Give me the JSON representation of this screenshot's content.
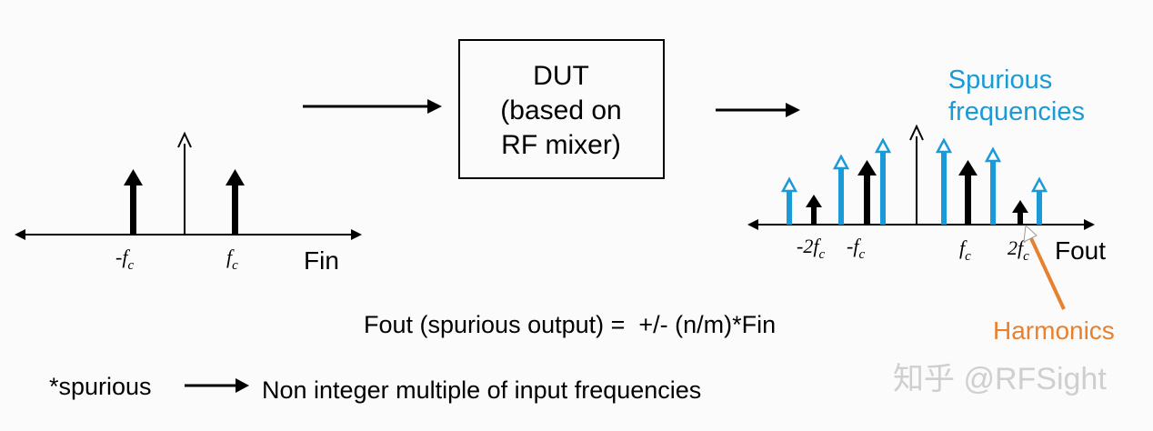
{
  "input": {
    "axis_label": "Fin",
    "tick_labels": [
      {
        "main": "-f",
        "sub": "c"
      },
      {
        "main": "f",
        "sub": "c"
      }
    ]
  },
  "dut": {
    "lines": [
      "DUT",
      "(based on",
      "RF mixer)"
    ]
  },
  "output": {
    "axis_label": "Fout",
    "spurious_label": [
      "Spurious",
      "frequencies"
    ],
    "harmonics_label": "Harmonics",
    "tick_labels": [
      {
        "main": "-2f",
        "sub": "c"
      },
      {
        "main": "-f",
        "sub": "c"
      },
      {
        "main": "f",
        "sub": "c"
      },
      {
        "main": "2f",
        "sub": "c"
      }
    ]
  },
  "formula": "Fout (spurious output) =  +/- (n/m)*Fin",
  "note": {
    "term": "*spurious",
    "definition": "Non integer multiple of input frequencies"
  },
  "watermark": "知乎 @RFSight",
  "colors": {
    "spurious": "#1a9ad6",
    "harmonic": "#000000",
    "harmonics_label": "#e8812e",
    "line": "#000000"
  }
}
